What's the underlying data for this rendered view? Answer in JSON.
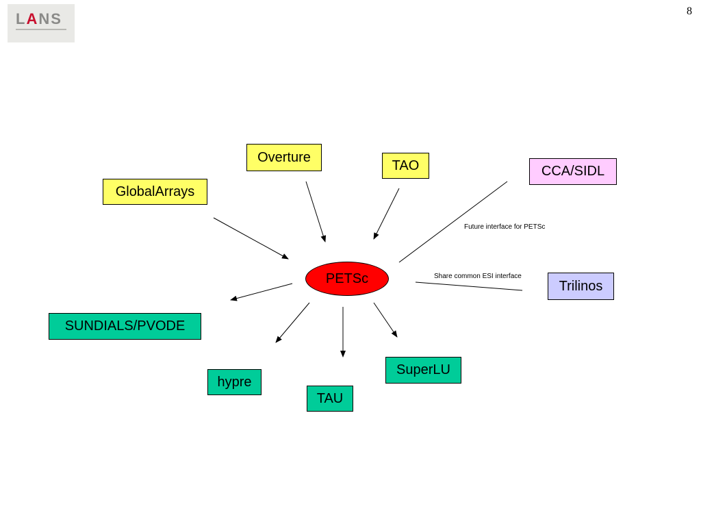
{
  "header": {
    "logo_text_1": "L",
    "logo_text_a": "A",
    "logo_text_2": "NS",
    "slide_number": "8"
  },
  "center": {
    "label": "PETSc",
    "color": "#ff0000"
  },
  "nodes": {
    "overture": {
      "label": "Overture",
      "color": "#ffff66"
    },
    "tao": {
      "label": "TAO",
      "color": "#ffff66"
    },
    "globalarrays": {
      "label": "GlobalArrays",
      "color": "#ffff66"
    },
    "cca_sidl": {
      "label": "CCA/SIDL",
      "color": "#ffccff"
    },
    "trilinos": {
      "label": "Trilinos",
      "color": "#ccccff"
    },
    "sundials": {
      "label": "SUNDIALS/PVODE",
      "color": "#00cc99"
    },
    "hypre": {
      "label": "hypre",
      "color": "#00cc99"
    },
    "tau": {
      "label": "TAU",
      "color": "#00cc99"
    },
    "superlu": {
      "label": "SuperLU",
      "color": "#00cc99"
    }
  },
  "annotations": {
    "future": "Future interface for PETSc",
    "esi": "Share common ESI interface"
  }
}
